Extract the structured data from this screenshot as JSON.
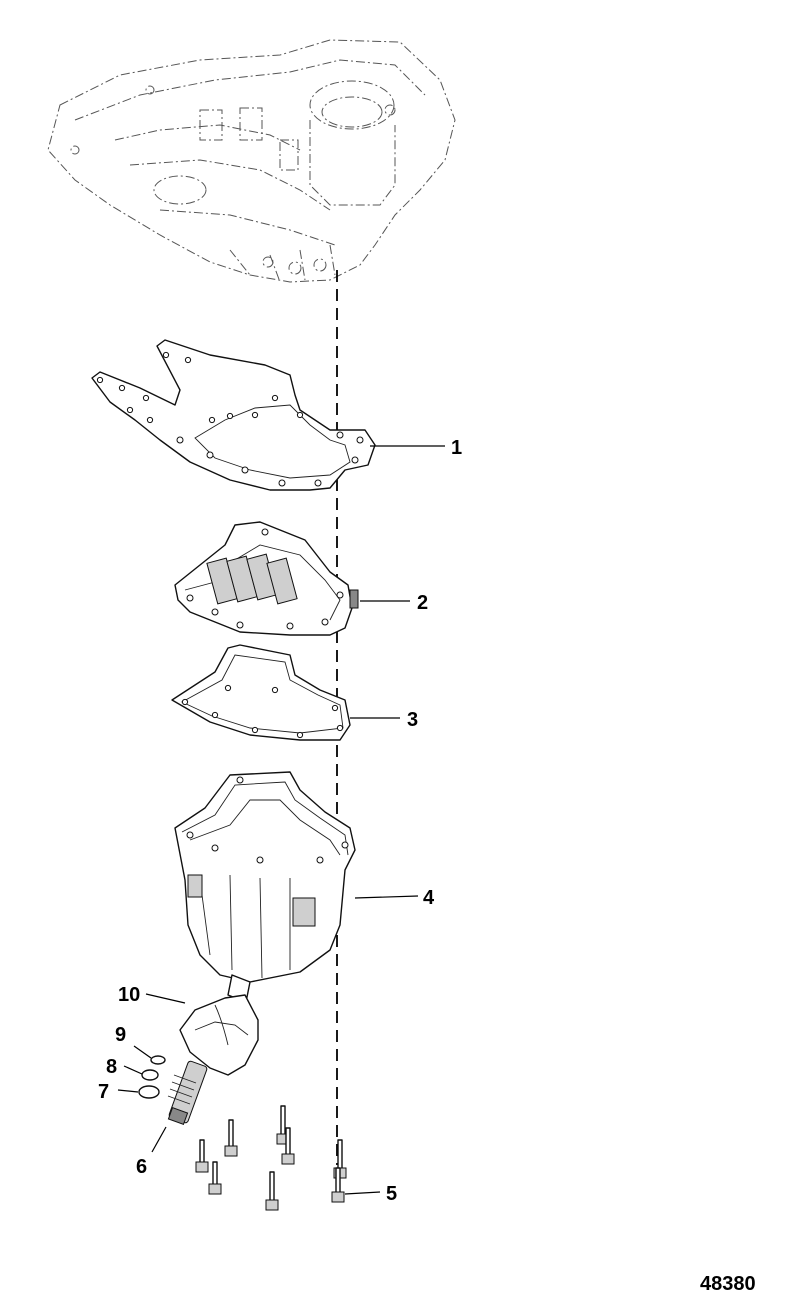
{
  "figure": {
    "number": "48380"
  },
  "callouts": [
    {
      "id": "1",
      "label": "1"
    },
    {
      "id": "2",
      "label": "2"
    },
    {
      "id": "3",
      "label": "3"
    },
    {
      "id": "4",
      "label": "4"
    },
    {
      "id": "5",
      "label": "5"
    },
    {
      "id": "6",
      "label": "6"
    },
    {
      "id": "7",
      "label": "7"
    },
    {
      "id": "8",
      "label": "8"
    },
    {
      "id": "9",
      "label": "9"
    },
    {
      "id": "10",
      "label": "10"
    }
  ]
}
